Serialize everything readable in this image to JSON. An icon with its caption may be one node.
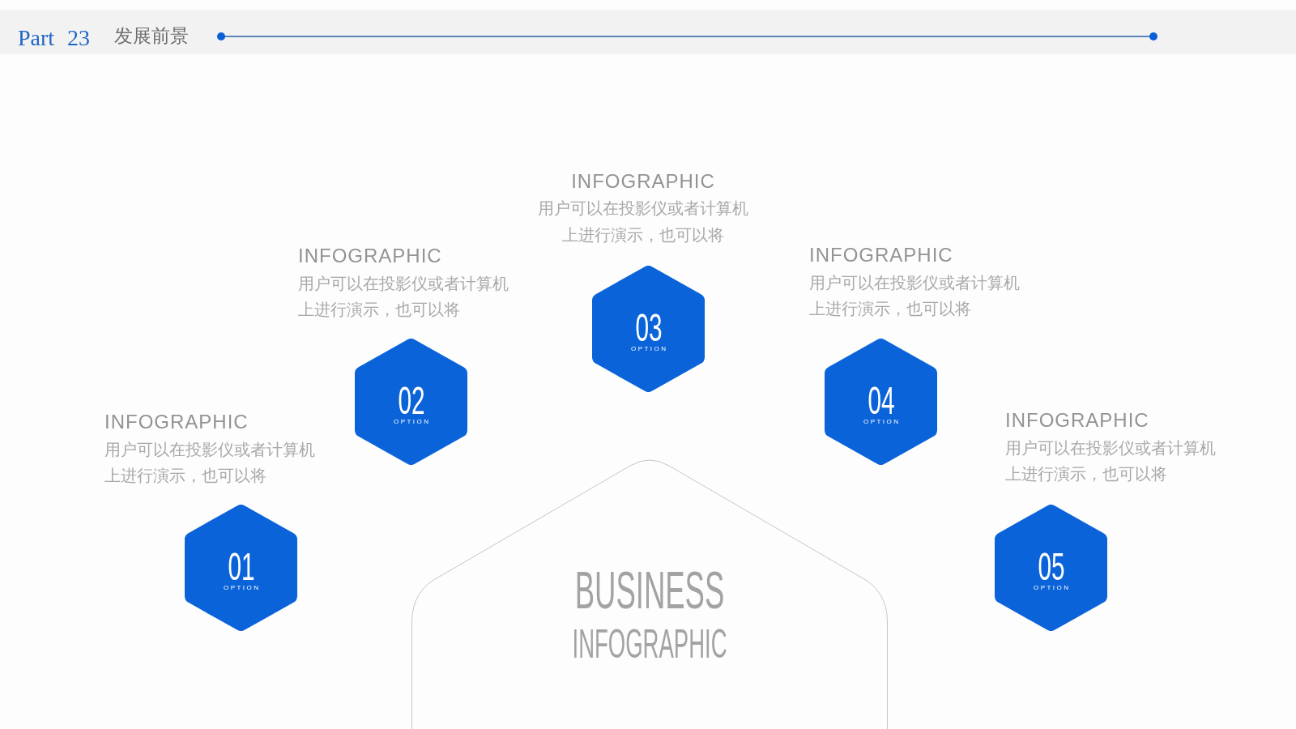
{
  "diagram": {
    "title": "发展前景",
    "nodes": [
      {
        "text": [
          "01",
          "OPTION"
        ],
        "beside": [
          "INFOGRAPHIC",
          "用户可以在投影仪或者计算机上进行演示，也可以将"
        ]
      },
      {
        "text": [
          "02",
          "OPTION"
        ],
        "beside": [
          "INFOGRAPHIC",
          "用户可以在投影仪或者计算机上进行演示，也可以将"
        ]
      },
      {
        "text": [
          "03",
          "OPTION"
        ],
        "beside": [
          "INFOGRAPHIC",
          "用户可以在投影仪或者计算机上进行演示，也可以将"
        ]
      },
      {
        "text": [
          "04",
          "OPTION"
        ],
        "beside": [
          "INFOGRAPHIC",
          "用户可以在投影仪或者计算机上进行演示，也可以将"
        ]
      },
      {
        "text": [
          "05",
          "OPTION"
        ],
        "beside": [
          "INFOGRAPHIC",
          "用户可以在投影仪或者计算机上进行演示，也可以将"
        ]
      },
      {
        "text": [
          "BUSINESS",
          "INFOGRAPHIC"
        ]
      }
    ],
    "labels": [
      "Part 23"
    ]
  }
}
